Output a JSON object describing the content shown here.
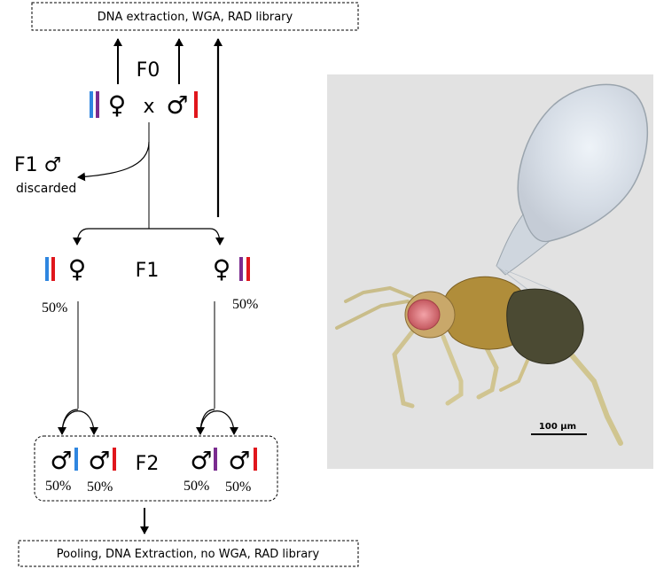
{
  "top_box": {
    "text": "DNA extraction, WGA, RAD library"
  },
  "bottom_box": {
    "text": "Pooling, DNA Extraction, no WGA, RAD library"
  },
  "generations": {
    "f0": "F0",
    "f1": "F1",
    "f2": "F2"
  },
  "f0_cross": {
    "female": "♀",
    "cross": "x",
    "male": "♂"
  },
  "f1_discard": {
    "label": "F1 ♂",
    "note": "discarded"
  },
  "f1_offspring": {
    "left": {
      "symbol": "♀",
      "pct": "50%"
    },
    "right": {
      "symbol": "♀",
      "pct": "50%"
    }
  },
  "f2_offspring": [
    {
      "symbol": "♂",
      "pct": "50%"
    },
    {
      "symbol": "♂",
      "pct": "50%"
    },
    {
      "symbol": "♂",
      "pct": "50%"
    },
    {
      "symbol": "♂",
      "pct": "50%"
    }
  ],
  "photo": {
    "scale_label": "100 µm"
  },
  "colors": {
    "blue": "#2f86e0",
    "red": "#e0161c",
    "purple": "#7a2c8f",
    "photo_bg": "#e2e2e2"
  }
}
